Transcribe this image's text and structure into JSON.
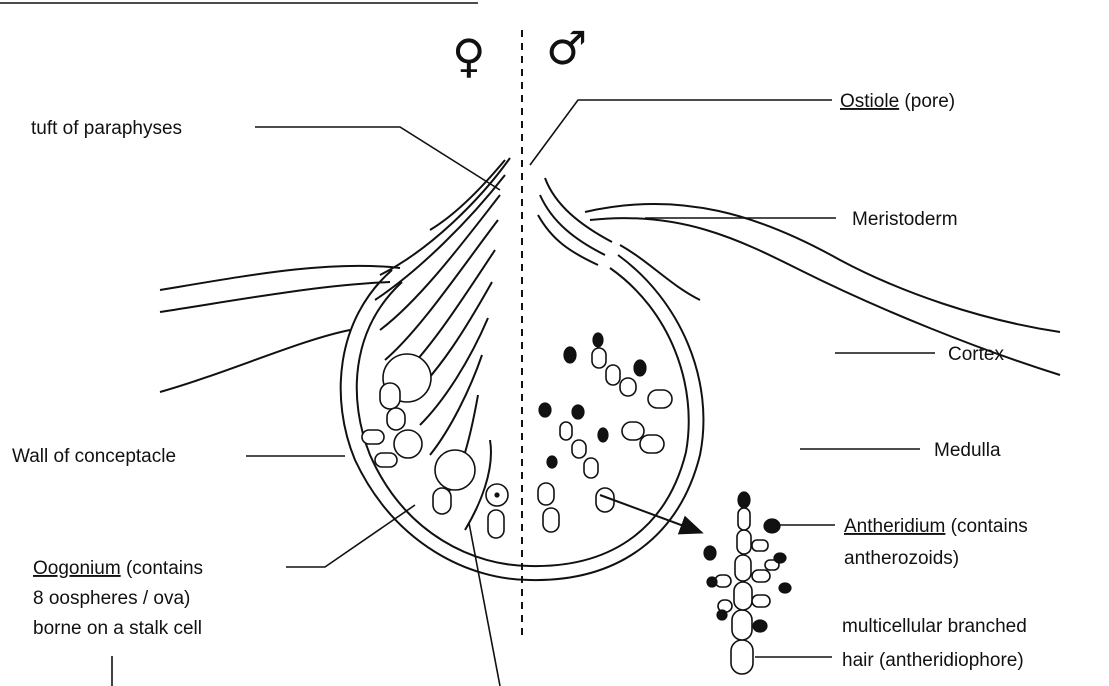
{
  "symbols": {
    "female": "♀",
    "male": "♂"
  },
  "labels": {
    "tuft": "tuft of paraphyses",
    "ostiole_term": "Ostiole",
    "ostiole_rest": " (pore)",
    "meristoderm": "Meristoderm",
    "cortex": "Cortex",
    "medulla": "Medulla",
    "wall": "Wall of conceptacle",
    "oogonium_term": "Oogonium",
    "oogonium_line1_rest": " (contains",
    "oogonium_line2": "8 oospheres / ova)",
    "oogonium_line3": "borne on a stalk cell",
    "antheridium_term": "Antheridium",
    "antheridium_line1_rest": " (contains",
    "antheridium_line2": "antherozoids)",
    "hair_line1": "multicellular branched",
    "hair_line2": "hair (antheridiophore)"
  }
}
